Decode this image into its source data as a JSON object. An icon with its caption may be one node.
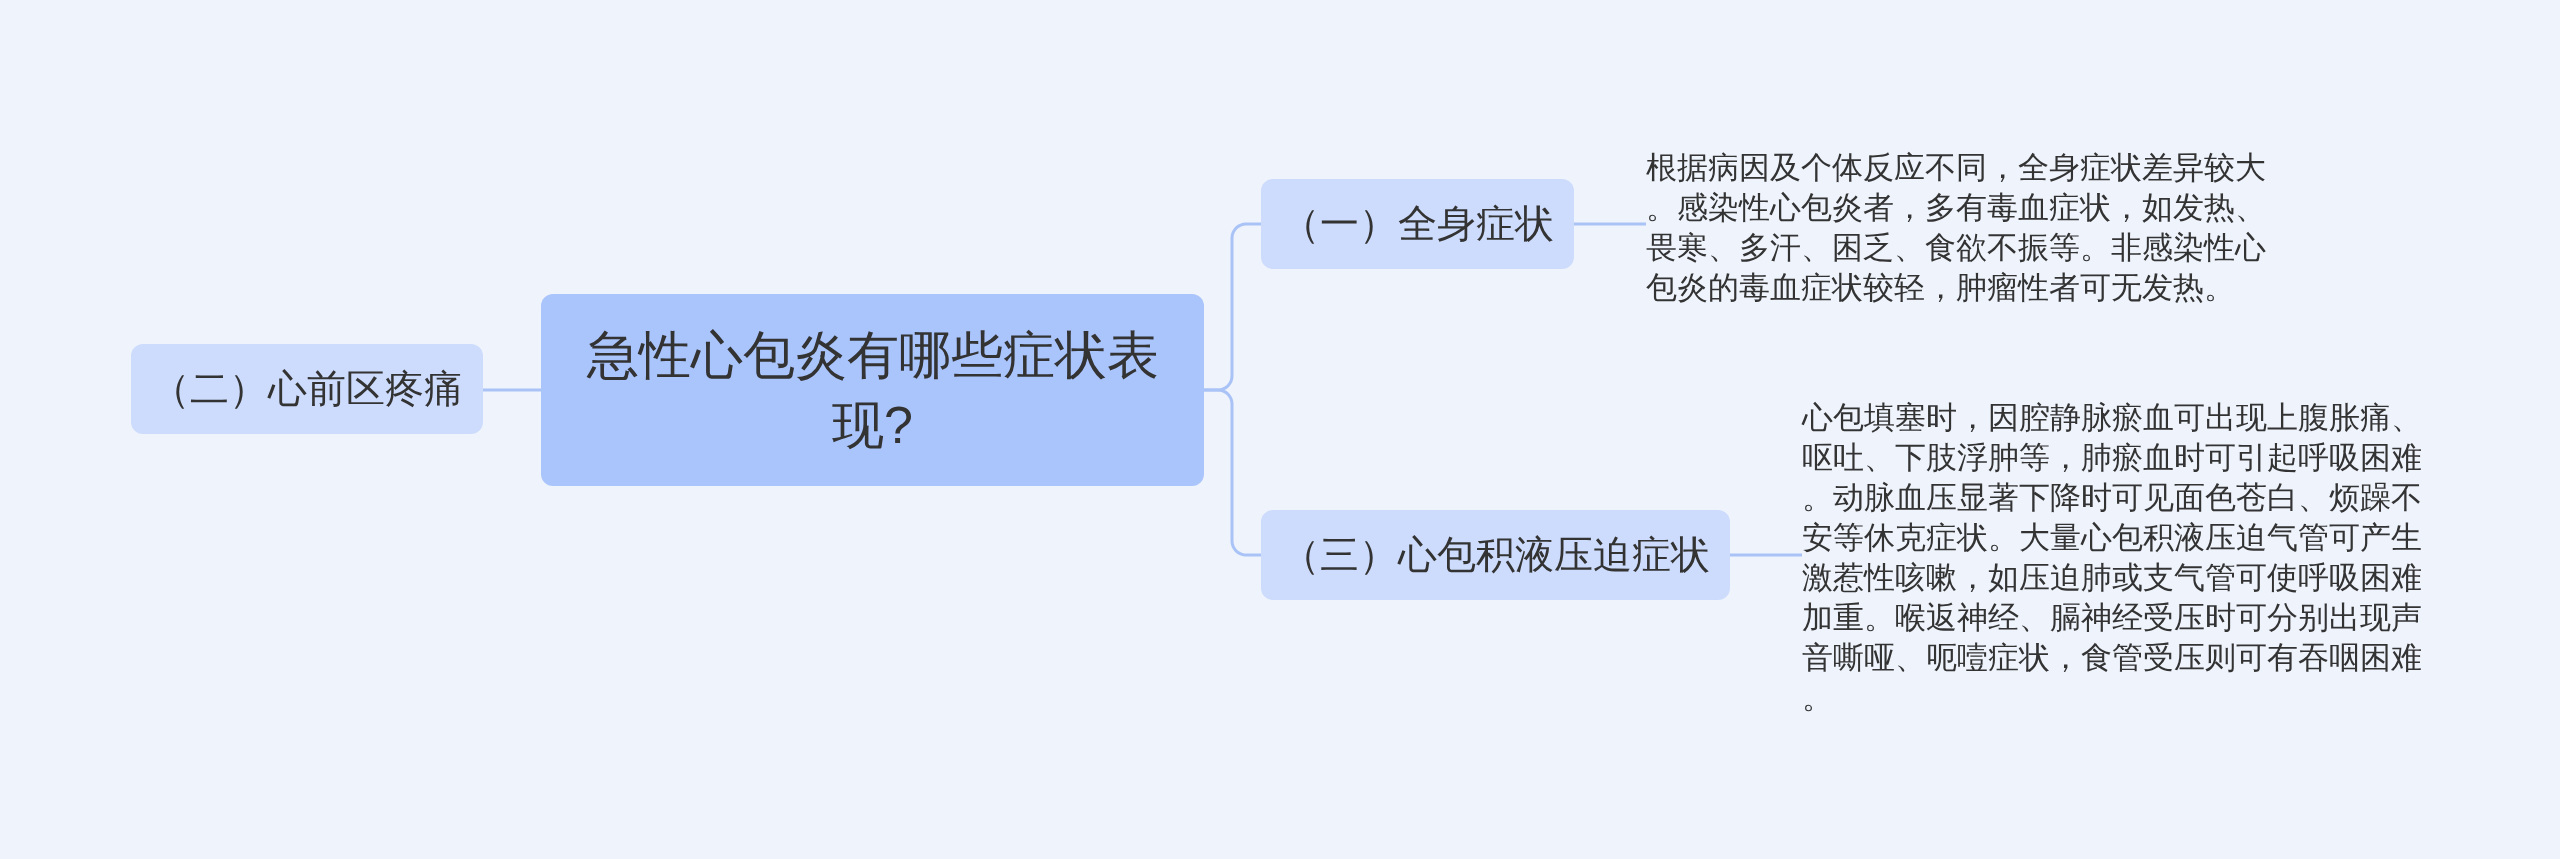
{
  "diagram": {
    "nodes": [
      {
        "text": [
          "急性心包炎有哪些症状表现?"
        ]
      },
      {
        "text": [
          "（一）全身症状"
        ]
      },
      {
        "text": [
          "根据病因及个体反应不同，全身症状差异较大。感染性心包炎者，多有毒血症状，如发热、畏寒、多汗、困乏、食欲不振等。非感染性心包炎的毒血症状较轻，肿瘤性者可无发热。"
        ]
      },
      {
        "text": [
          "（二）心前区疼痛"
        ]
      },
      {
        "text": [
          "（三）心包积液压迫症状"
        ]
      },
      {
        "text": [
          "心包填塞时，因腔静脉瘀血可出现上腹胀痛、呕吐、下肢浮肿等，肺瘀血时可引起呼吸困难。动脉血压显著下降时可见面色苍白、烦躁不安等休克症状。大量心包积液压迫气管可产生激惹性咳嗽，如压迫肺或支气管可使呼吸困难加重。喉返神经、膈神经受压时可分别出现声音嘶哑、呃噎症状，食管受压则可有吞咽困难。"
        ]
      }
    ],
    "edges": [
      {
        "from": 0,
        "to": 1,
        "arrow": "none"
      },
      {
        "from": 1,
        "to": 2,
        "arrow": "none"
      },
      {
        "from": 0,
        "to": 3,
        "arrow": "none"
      },
      {
        "from": 0,
        "to": 4,
        "arrow": "none"
      },
      {
        "from": 4,
        "to": 5,
        "arrow": "none"
      }
    ]
  }
}
